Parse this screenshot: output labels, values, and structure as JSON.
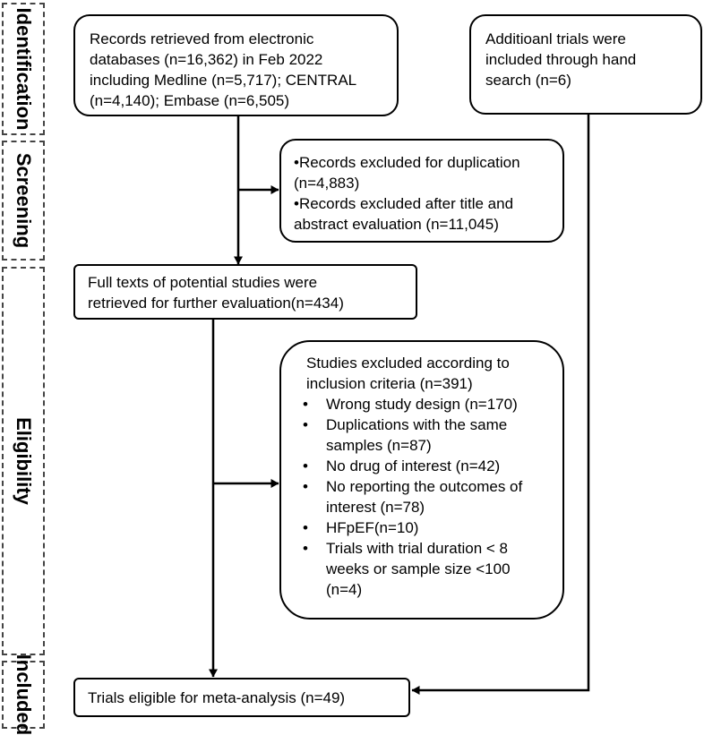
{
  "phases": {
    "identification": "Identification",
    "screening": "Screening",
    "eligibility": "Eligibility",
    "included": "Included"
  },
  "boxes": {
    "records": {
      "lines": [
        "Records retrieved from electronic",
        "databases (n=16,362) in Feb 2022",
        "including Medline (n=5,717); CENTRAL",
        "(n=4,140); Embase (n=6,505)"
      ]
    },
    "additional": {
      "lines": [
        "Additioanl trials were",
        "included through hand",
        "search (n=6)"
      ]
    },
    "excluded_screen": {
      "lines": [
        "•Records excluded for duplication",
        "(n=4,883)",
        "•Records excluded after title and",
        "abstract evaluation (n=11,045)"
      ]
    },
    "fulltext": {
      "lines": [
        "Full texts of potential studies were",
        "retrieved for further evaluation(n=434)"
      ]
    },
    "excluded_elig": {
      "intro": [
        "Studies excluded according to",
        "inclusion criteria (n=391)"
      ],
      "bullet": "•",
      "items": [
        [
          "Wrong study design (n=170)"
        ],
        [
          "Duplications with the same",
          "samples (n=87)"
        ],
        [
          "No drug of interest (n=42)"
        ],
        [
          "No reporting the outcomes of",
          "interest (n=78)"
        ],
        [
          "HFpEF(n=10)"
        ],
        [
          "Trials with trial duration < 8",
          "weeks or sample size <100",
          "(n=4)"
        ]
      ]
    },
    "eligible": {
      "lines": [
        "Trials eligible for meta-analysis (n=49)"
      ]
    }
  }
}
